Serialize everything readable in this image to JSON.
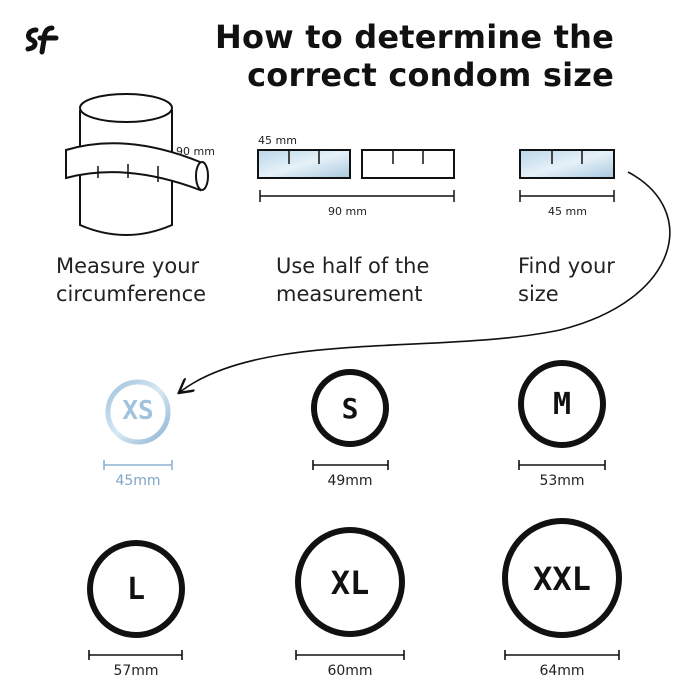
{
  "brand": {
    "logo_icon": "sf-logo-icon"
  },
  "title": {
    "line1": "How to determine the",
    "line2": "correct condom size"
  },
  "steps": [
    {
      "line1": "Measure your",
      "line2": "circumference",
      "icon": "tape-cylinder-icon",
      "measure": "90 mm"
    },
    {
      "line1": "Use half of the",
      "line2": "measurement",
      "icon": "ruler-halves-icon",
      "half": "45 mm",
      "total": "90 mm"
    },
    {
      "line1": "Find your",
      "line2": "size",
      "icon": "ruler-half-icon",
      "measure": "45 mm"
    }
  ],
  "sizes": [
    {
      "size": "XS",
      "width": "45mm",
      "highlight": true
    },
    {
      "size": "S",
      "width": "49mm"
    },
    {
      "size": "M",
      "width": "53mm"
    },
    {
      "size": "L",
      "width": "57mm"
    },
    {
      "size": "XL",
      "width": "60mm"
    },
    {
      "size": "XXL",
      "width": "64mm"
    }
  ],
  "colors": {
    "accent": "#8fb3d1",
    "accent_light": "#c9e0ef",
    "ink": "#111111",
    "highlight_text": "#7fa6c8"
  }
}
